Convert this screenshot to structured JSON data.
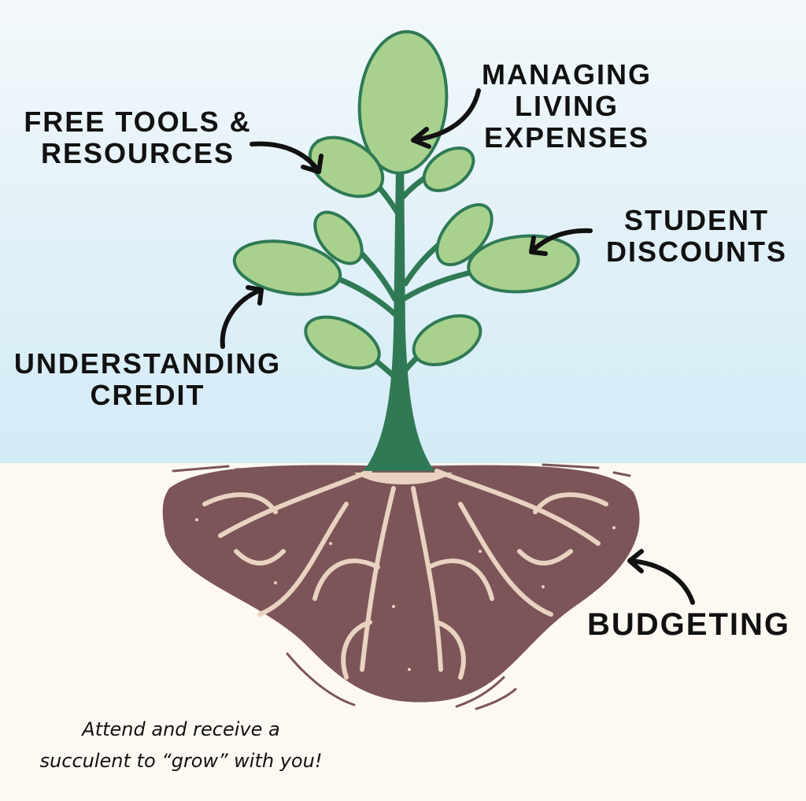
{
  "labels": {
    "free_tools": [
      "FREE TOOLS &",
      "RESOURCES"
    ],
    "managing": [
      "MANAGING",
      "LIVING",
      "EXPENSES"
    ],
    "student": [
      "STUDENT",
      "DISCOUNTS"
    ],
    "credit": [
      "UNDERSTANDING",
      "CREDIT"
    ],
    "budgeting": "BUDGETING"
  },
  "caption": [
    "Attend and receive a",
    "succulent to “grow” with you!"
  ],
  "colors": {
    "sky": "#d3ebf6",
    "ground": "#fdf8f1",
    "soil": "#7b5557",
    "root": "#e9d3c0",
    "stem": "#2f7a55",
    "leaf": "#a9d18e",
    "text": "#111111"
  }
}
